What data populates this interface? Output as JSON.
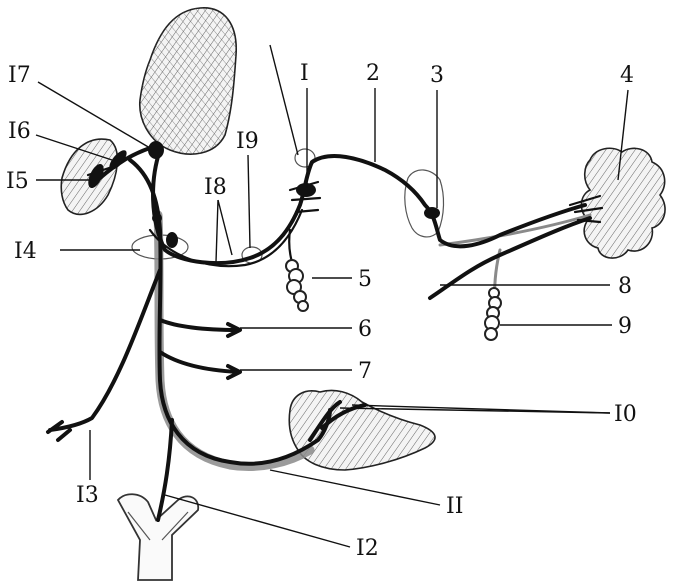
{
  "labels": {
    "l1": "I",
    "l2": "2",
    "l3": "3",
    "l4": "4",
    "l5": "5",
    "l6": "6",
    "l7": "7",
    "l8": "8",
    "l9": "9",
    "l10": "I0",
    "l11": "II",
    "l12": "I2",
    "l13": "I3",
    "l14": "I4",
    "l15": "I5",
    "l16": "I6",
    "l17": "I7",
    "l18": "I8",
    "l19": "I9"
  }
}
